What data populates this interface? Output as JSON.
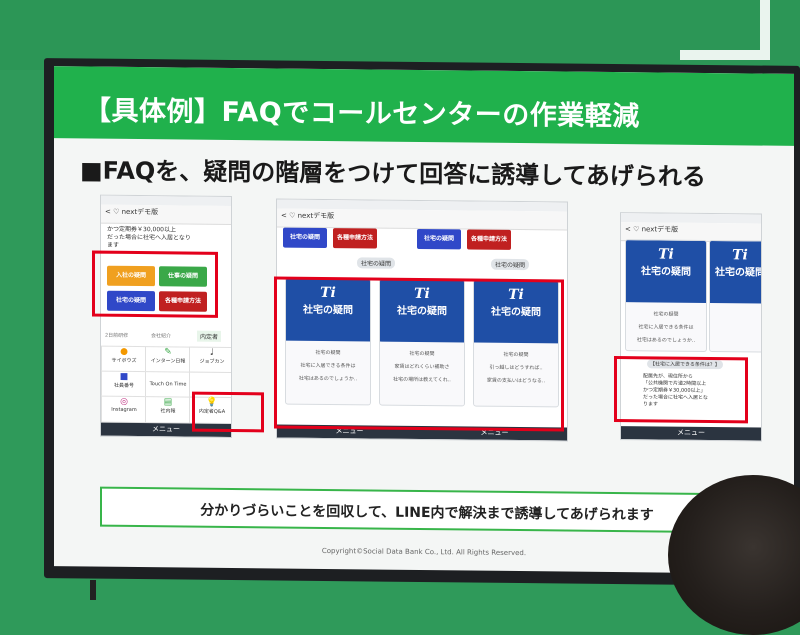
{
  "slide": {
    "title": "【具体例】FAQでコールセンターの作業軽減",
    "subtitle": "■FAQを、疑問の階層をつけて回答に誘導してあげられる",
    "footer": "分かりづらいことを回収して、LINE内で解決まで誘導してあげられます",
    "copyright": "Copyright©Social Data Bank Co., Ltd. All Rights Reserved."
  },
  "phone": {
    "header": "<  ♡ nextデモ版",
    "menu": "メニュー",
    "chat_text": "かつ定期券￥30,000以上\nだった場合に社宅へ入居となり\nます",
    "buttons": [
      "入社の疑問",
      "仕事の疑問",
      "社宅の疑問",
      "各種申請方法"
    ],
    "tabs": [
      "2日前研修",
      "会社紹介",
      "内定者"
    ],
    "grid": [
      "サイボウズ",
      "インターン日報",
      "ジョブカン",
      "社員番号",
      "Touch On Time",
      "",
      "Instagram",
      "社内報",
      "内定者Q&A"
    ]
  },
  "cards": {
    "logo": "Ti",
    "title": "社宅の疑問",
    "label": "社宅の疑問",
    "lines1": [
      "社宅に入居できる条件は",
      "家賃はどれくらい補助さ",
      "引っ越しはどうすれば.."
    ],
    "lines2": [
      "社宅はあるのでしょうか..",
      "社宅の場所は教えてくれ..",
      "家賃の支払いはどうなる.."
    ]
  },
  "answer": {
    "bubble": "【社宅に入居できる条件は？】",
    "text": "配属先が、現住所から\n「公共機関で片道2時間以上\nかつ定期券￥30,000以上」\nだった場合に社宅へ入居とな\nります"
  },
  "colors": {
    "slide_green": "#20b14c",
    "highlight_red": "#e3001b",
    "btn_orange": "#f0a020",
    "btn_green": "#3aa848",
    "btn_blue": "#3048c8",
    "btn_red": "#c02020",
    "card_blue": "#1f4fa6"
  }
}
